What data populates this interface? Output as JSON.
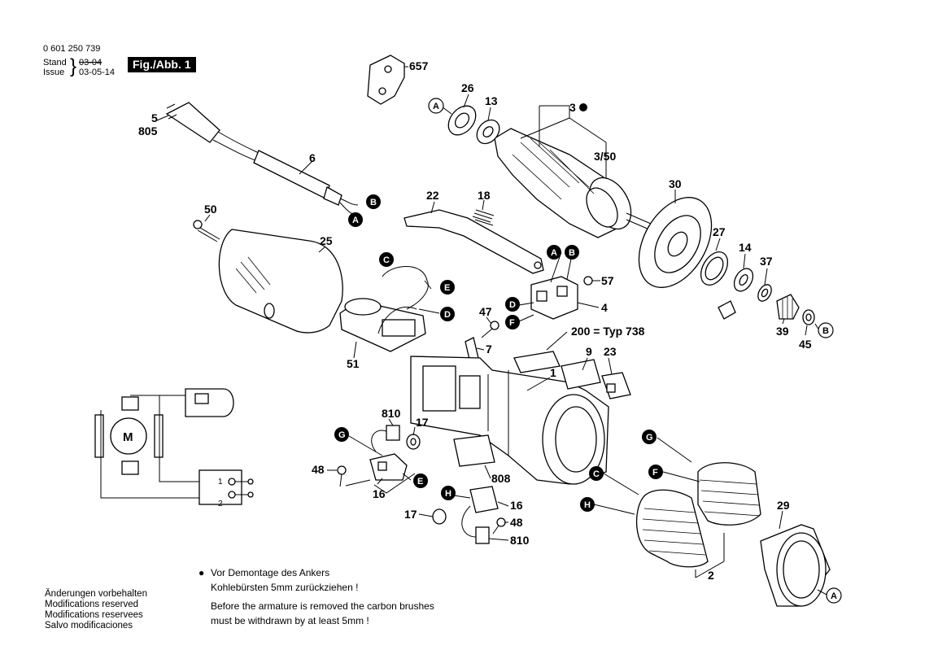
{
  "header": {
    "doc_number": "0 601 250 739",
    "stand_label": "Stand",
    "issue_label": "Issue",
    "stand_value": "03-04",
    "issue_value": "03-05-14",
    "fig_badge": "Fig./Abb. 1"
  },
  "notes": {
    "bullet": "●",
    "de_line1": "Vor Demontage des Ankers",
    "de_line2": "Kohlebürsten 5mm zurückziehen !",
    "en_line1": "Before the armature is removed the carbon brushes",
    "en_line2": "must be withdrawn by at least 5mm !"
  },
  "modifications": [
    "Änderungen vorbehalten",
    "Modifications reserved",
    "Modifications reservees",
    "Salvo modificaciones"
  ],
  "part_numbers": {
    "p657": "657",
    "p26": "26",
    "p13": "13",
    "p3": "3",
    "p3_50": "3/50",
    "p5": "5",
    "p805": "805",
    "p6": "6",
    "p22": "22",
    "p18": "18",
    "p30": "30",
    "p27": "27",
    "p14": "14",
    "p37": "37",
    "p39": "39",
    "p45": "45",
    "p50": "50",
    "p25": "25",
    "p51": "51",
    "p57": "57",
    "p4": "4",
    "p47": "47",
    "p7": "7",
    "p200": "200 = Typ 738",
    "p9": "9",
    "p23": "23",
    "p1": "1",
    "p810a": "810",
    "p17a": "17",
    "p48a": "48",
    "p16a": "16",
    "p808": "808",
    "p16b": "16",
    "p17b": "17",
    "p48b": "48",
    "p810b": "810",
    "p29": "29",
    "p2": "2"
  },
  "connectors": {
    "A": "A",
    "B": "B",
    "C": "C",
    "D": "D",
    "E": "E",
    "F": "F",
    "G": "G",
    "H": "H"
  },
  "schematic": {
    "motor": "M",
    "switch1": "1",
    "switch2": "2"
  },
  "colors": {
    "ink": "#000000",
    "paper": "#ffffff"
  }
}
